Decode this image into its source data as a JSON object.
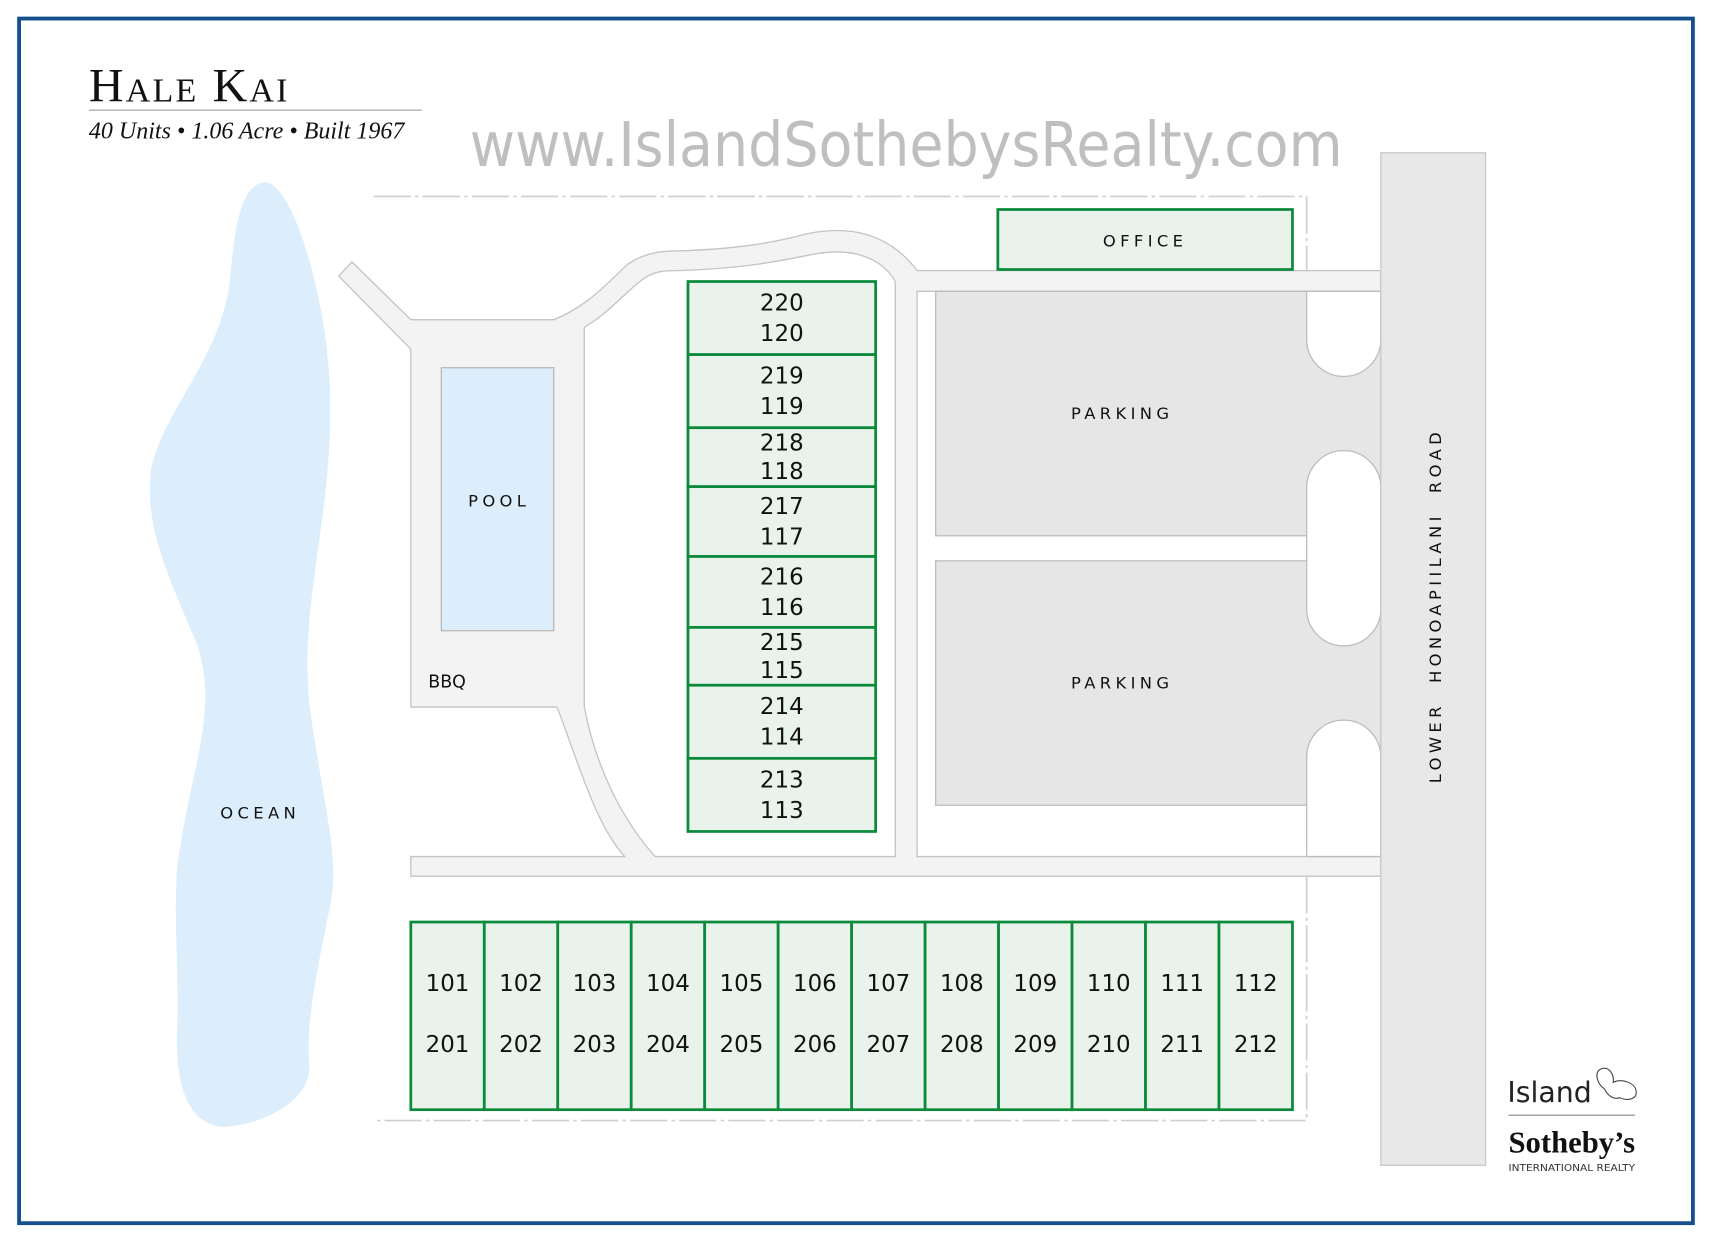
{
  "header": {
    "title": "Hale Kai",
    "subtitle": "40 Units • 1.06 Acre • Built 1967"
  },
  "labels": {
    "ocean": "OCEAN",
    "pool": "POOL",
    "bbq": "BBQ",
    "office": "OFFICE",
    "parking_1": "PARKING",
    "parking_2": "PARKING",
    "road": "LOWER  HONOAPIILANI  ROAD"
  },
  "watermark": "www.IslandSothebysRealty.com",
  "buildings": {
    "column": [
      [
        "220",
        "120"
      ],
      [
        "219",
        "119"
      ],
      [
        "218",
        "118"
      ],
      [
        "217",
        "117"
      ],
      [
        "216",
        "116"
      ],
      [
        "215",
        "115"
      ],
      [
        "214",
        "114"
      ],
      [
        "213",
        "113"
      ]
    ],
    "row": [
      [
        "101",
        "201"
      ],
      [
        "102",
        "202"
      ],
      [
        "103",
        "203"
      ],
      [
        "104",
        "204"
      ],
      [
        "105",
        "205"
      ],
      [
        "106",
        "206"
      ],
      [
        "107",
        "207"
      ],
      [
        "108",
        "208"
      ],
      [
        "109",
        "209"
      ],
      [
        "110",
        "210"
      ],
      [
        "111",
        "211"
      ],
      [
        "112",
        "212"
      ]
    ]
  },
  "logo": {
    "line1": "Island",
    "line2": "Sotheby’s",
    "line3": "INTERNATIONAL REALTY"
  },
  "colors": {
    "border": "#14508f",
    "unit_fill": "#e9f3ec",
    "unit_stroke": "#0a8a3a",
    "water": "#dceefc",
    "parking": "#e6e6e6"
  }
}
